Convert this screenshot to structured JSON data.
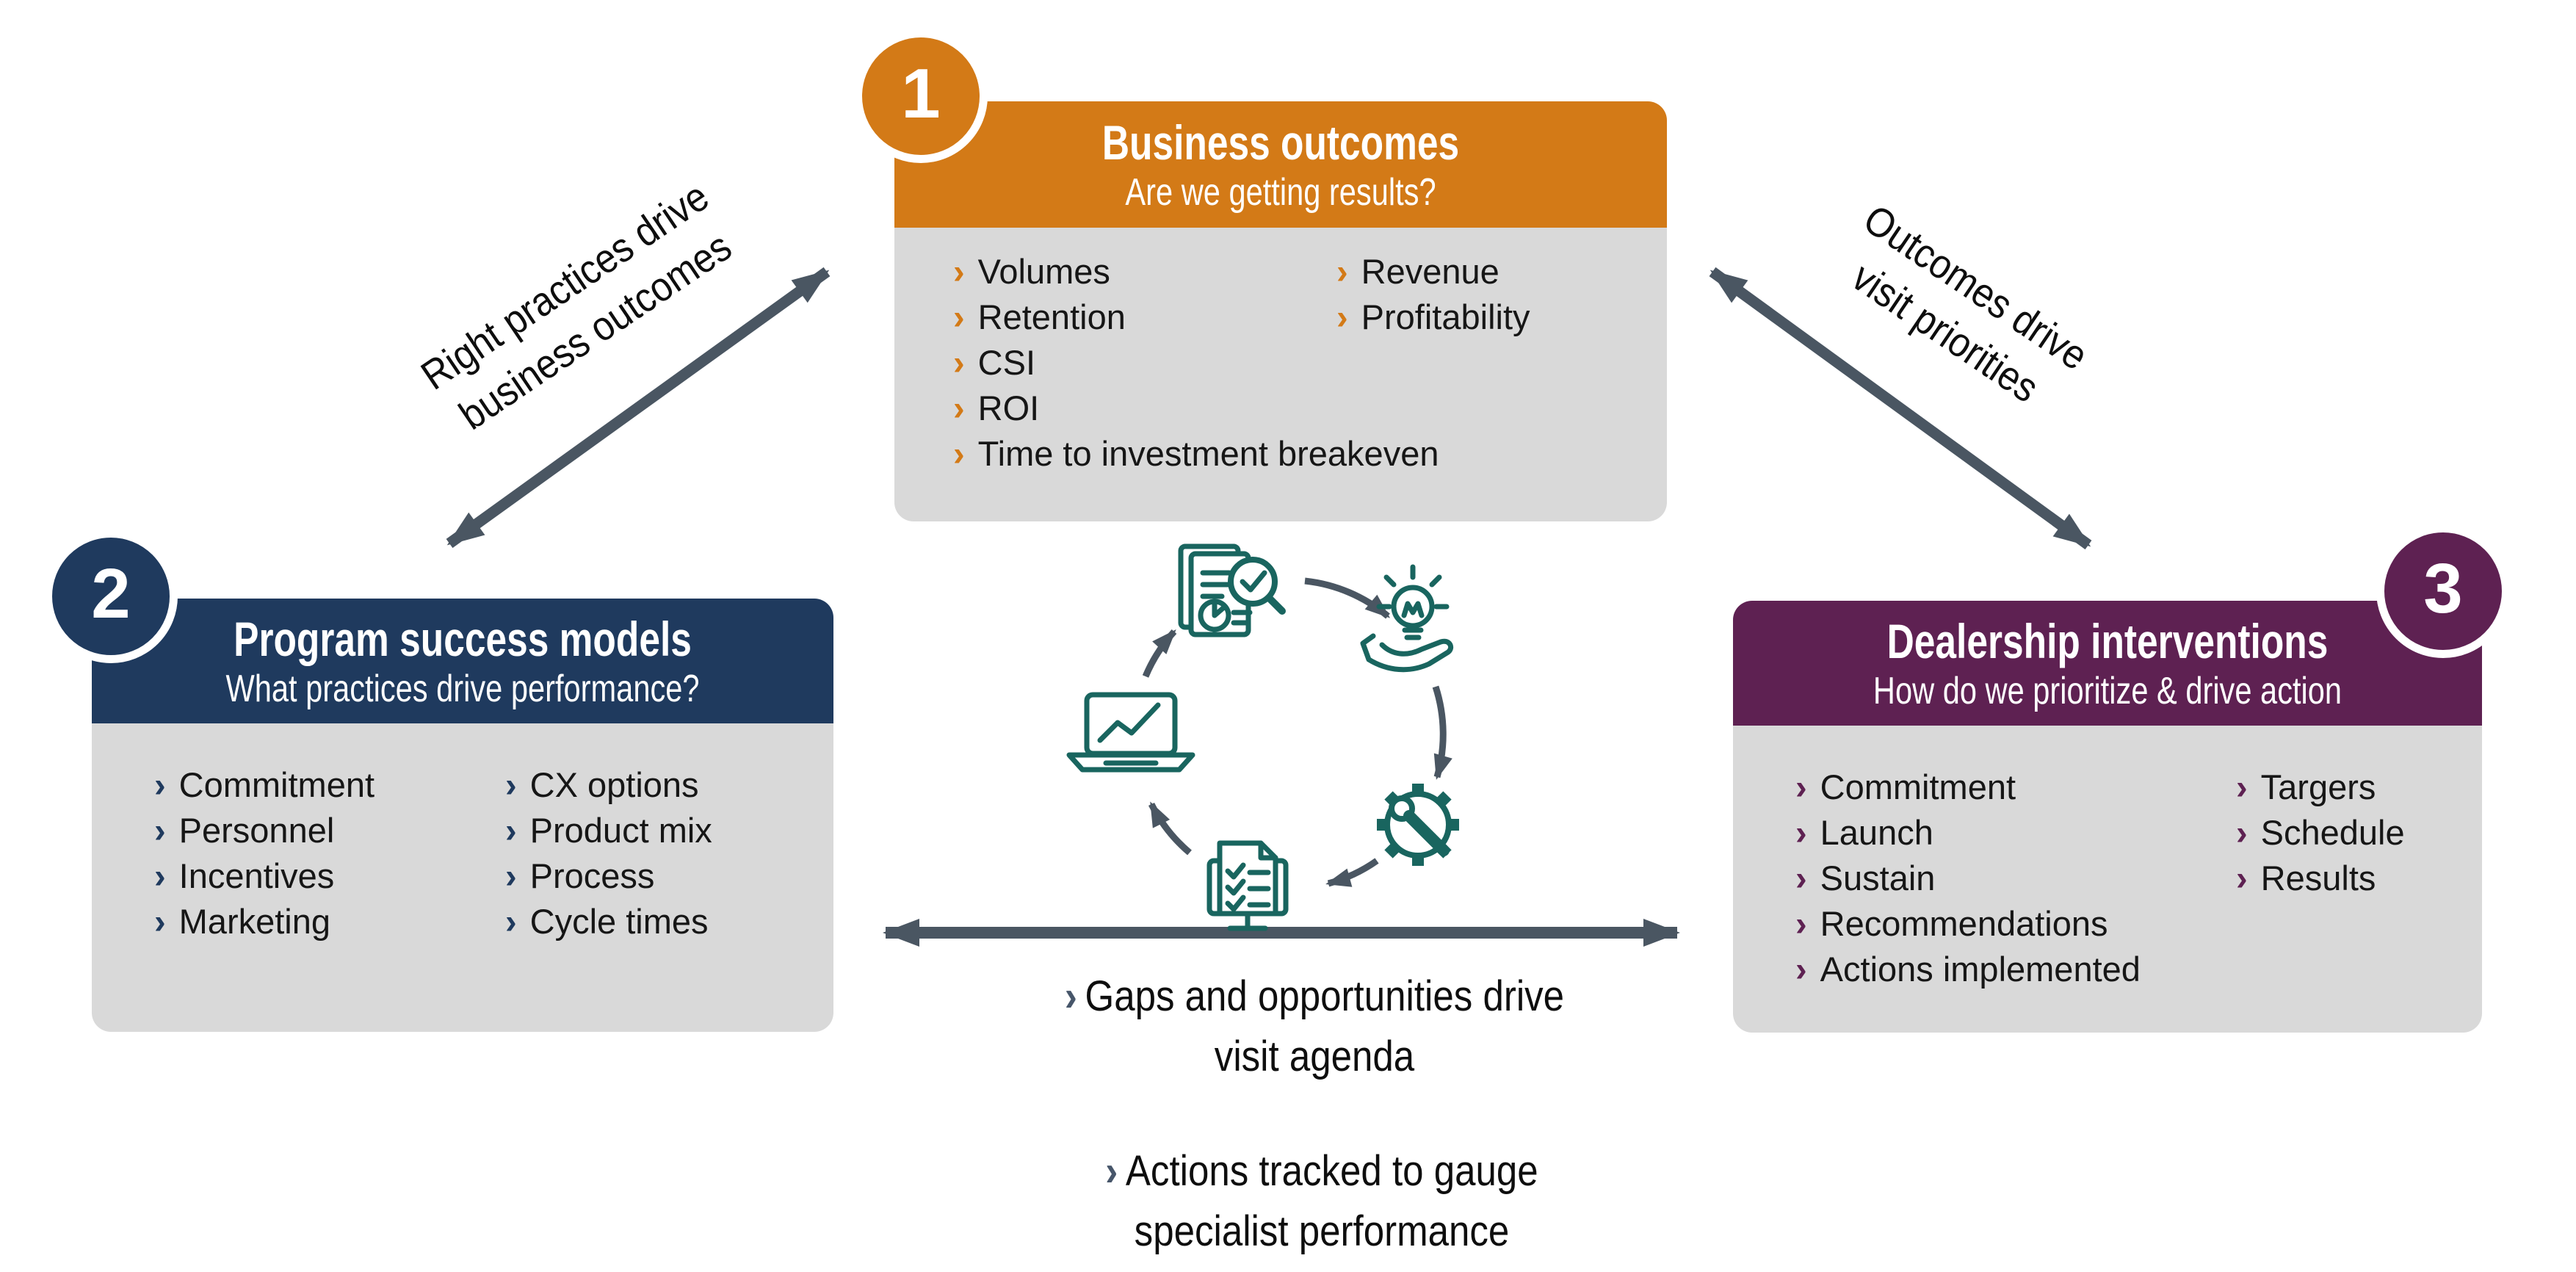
{
  "ui": {
    "bullet": "›"
  },
  "colors": {
    "orange": "#D37A17",
    "navy": "#1F3A5E",
    "purple": "#5E2152",
    "gray_body": "#D9D9D9",
    "arrow_slate": "#4A5662",
    "icon_teal": "#19655F"
  },
  "boxes": {
    "business_outcomes": {
      "number": "1",
      "title": "Business outcomes",
      "subtitle": "Are we getting results?",
      "col1": [
        "Volumes",
        "Retention",
        "CSI",
        "ROI",
        "Time to investment breakeven"
      ],
      "col2": [
        "Revenue",
        "Profitability"
      ]
    },
    "program_success_models": {
      "number": "2",
      "title": "Program success models",
      "subtitle": "What practices drive performance?",
      "col1": [
        "Commitment",
        "Personnel",
        "Incentives",
        "Marketing"
      ],
      "col2": [
        "CX options",
        "Product mix",
        "Process",
        "Cycle times"
      ]
    },
    "dealership_interventions": {
      "number": "3",
      "title": "Dealership interventions",
      "subtitle": "How do we prioritize & drive action",
      "col1": [
        "Commitment",
        "Launch",
        "Sustain",
        "Recommendations",
        "Actions implemented"
      ],
      "col2": [
        "Targers",
        "Schedule",
        "Results"
      ]
    }
  },
  "annotations": {
    "left_arrow_label": {
      "line1": "Right practices drive",
      "line2": "business outcomes"
    },
    "right_arrow_label": {
      "line1": "Outcomes drive",
      "line2": "visit priorities"
    },
    "gaps_note": {
      "line1": "Gaps and opportunities drive",
      "line2": "visit agenda"
    },
    "actions_note": {
      "line1": "Actions tracked to gauge",
      "line2": "specialist performance"
    }
  },
  "center_icons": [
    "report-audit-icon",
    "idea-hand-icon",
    "gear-wrench-icon",
    "checklist-monitor-icon",
    "laptop-chart-icon"
  ]
}
